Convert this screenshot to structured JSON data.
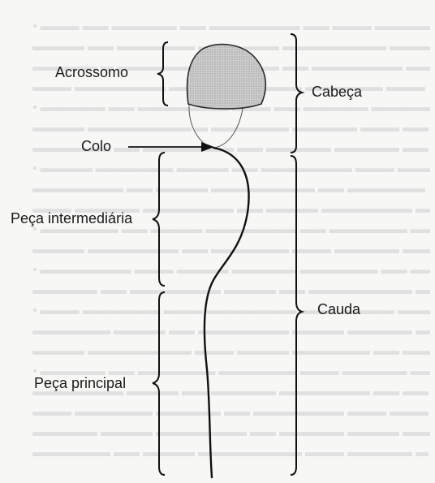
{
  "labels": {
    "acrossomo": "Acrossomo",
    "colo": "Colo",
    "peca_intermediaria": "Peça intermediária",
    "peca_principal": "Peça principal",
    "cabeca": "Cabeça",
    "cauda": "Cauda"
  },
  "colors": {
    "ink": "#1a1a1a",
    "acrosome_fill": "#c8c8c8",
    "background": "#f7f7f5",
    "bleed_through": "#cfcfcf"
  }
}
